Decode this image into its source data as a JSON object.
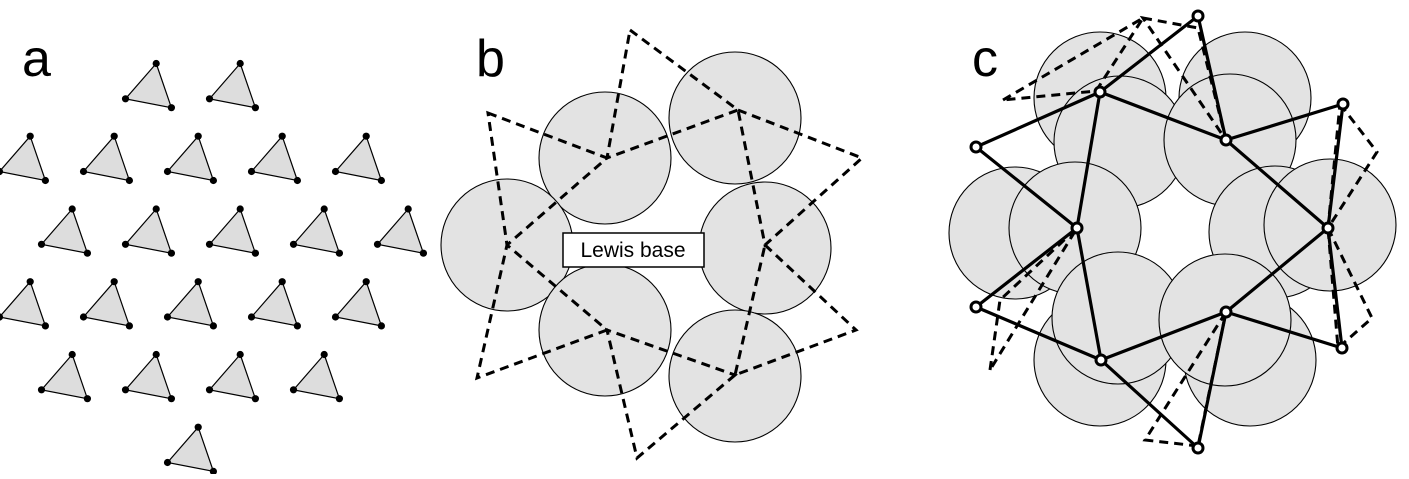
{
  "figure": {
    "panels": [
      {
        "id": "a",
        "label": "a"
      },
      {
        "id": "b",
        "label": "b",
        "callout": "Lewis base"
      },
      {
        "id": "c",
        "label": "c"
      }
    ],
    "colors": {
      "tile_fill": "#dddddd",
      "circle_fill": "#e3e3e3",
      "ink": "#000000",
      "background": "#ffffff"
    }
  }
}
